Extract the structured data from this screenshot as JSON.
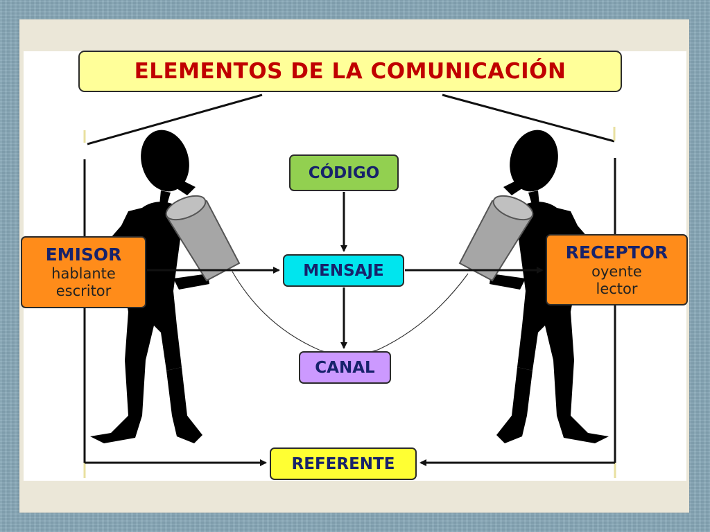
{
  "title": "ELEMENTOS DE LA COMUNICACIÓN",
  "nodes": {
    "codigo": "CÓDIGO",
    "mensaje": "MENSAJE",
    "canal": "CANAL",
    "referente": "REFERENTE",
    "emisor": {
      "title": "EMISOR",
      "lines": [
        "hablante",
        "escritor"
      ]
    },
    "receptor": {
      "title": "RECEPTOR",
      "lines": [
        "oyente",
        "lector"
      ]
    }
  },
  "colors": {
    "title_bg": "#ffff99",
    "title_text": "#c00000",
    "codigo_bg": "#92d050",
    "mensaje_bg": "#00e5ee",
    "canal_bg": "#cc99ff",
    "referente_bg": "#ffff33",
    "side_bg": "#ff8c1a",
    "node_text": "#17226b"
  },
  "icons": [
    "person-silhouette-icon",
    "tin-can-phone-icon"
  ]
}
